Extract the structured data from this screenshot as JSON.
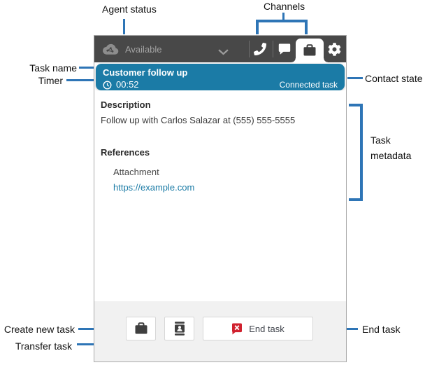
{
  "annotations": {
    "agent_status": {
      "label": "Agent status"
    },
    "channels": {
      "label": "Channels"
    },
    "task_name": {
      "label": "Task name"
    },
    "timer": {
      "label": "Timer"
    },
    "contact_state": {
      "label": "Contact state"
    },
    "task_metadata": {
      "line1": "Task",
      "line2": "metadata"
    },
    "create_new_task": {
      "label": "Create new task"
    },
    "transfer_task": {
      "label": "Transfer task"
    },
    "end_task": {
      "label": "End task"
    }
  },
  "ccp": {
    "header": {
      "status_label": "Available",
      "active_channel": "task",
      "icons": {
        "status": "connect-cloud-icon",
        "dropdown": "chevron-down-icon",
        "voice": "phone-icon",
        "chat": "chat-bubble-icon",
        "task": "briefcase-icon",
        "settings": "gear-icon"
      }
    },
    "task_bar": {
      "task_name": "Customer follow up",
      "timer": "00:52",
      "contact_state": "Connected task"
    },
    "content": {
      "description_heading": "Description",
      "description_text": "Follow up with Carlos Salazar at (555) 555-5555",
      "references_heading": "References",
      "attachment_label": "Attachment",
      "reference_link": "https://example.com"
    },
    "footer": {
      "end_task_label": "End task"
    }
  },
  "colors": {
    "header_bg": "#484848",
    "task_bar_bg": "#1b7ba6",
    "link_blue": "#1b7ba6",
    "annotation_line": "#2e75b6",
    "end_task_red": "#d0212e",
    "icon_dark": "#3f3f3f",
    "footer_bg": "#f1f1f1"
  }
}
